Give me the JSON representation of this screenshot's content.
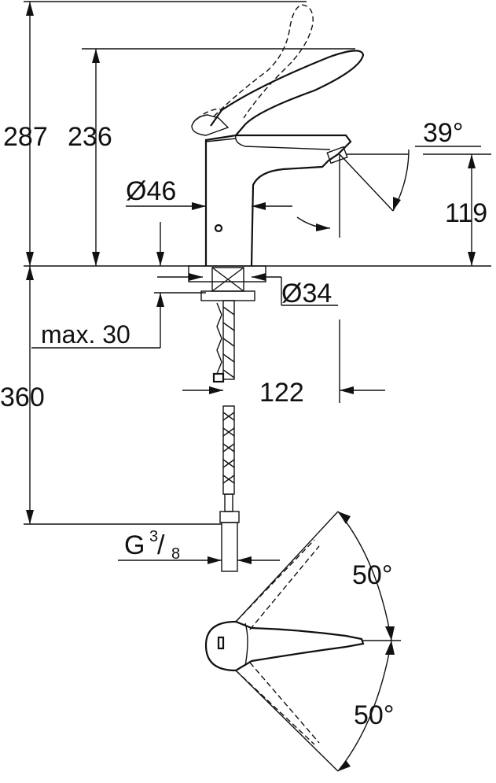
{
  "dimensions": {
    "total_height": "287",
    "body_height": "236",
    "spout_height": "119",
    "spout_angle": "39°",
    "body_diameter": "Ø46",
    "hole_diameter": "Ø34",
    "max_deck_thickness": "max. 30",
    "projection": "122",
    "hose_length": "360",
    "connection_thread_base": "G",
    "connection_thread_num": "3",
    "connection_thread_den": "8",
    "lever_angle_left": "50°",
    "lever_angle_right": "50°"
  },
  "colors": {
    "line": "#111111",
    "background": "#ffffff"
  }
}
